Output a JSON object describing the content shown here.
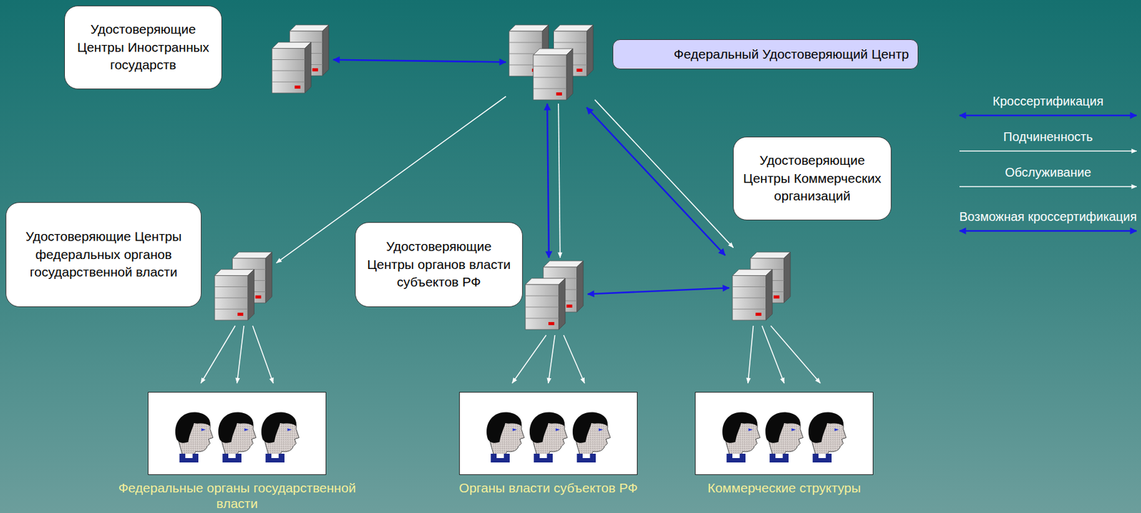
{
  "diagram": {
    "nodes": [
      {
        "text": [
          "Удостоверяющие Центры Иностранных государств"
        ]
      },
      {
        "text": [
          "Федеральный Удостоверяющий Центр"
        ]
      },
      {
        "text": [
          "Удостоверяющие Центры Коммерческих организаций"
        ]
      },
      {
        "text": [
          "Удостоверяющие Центры федеральных органов государственной власти"
        ]
      },
      {
        "text": [
          "Удостоверяющие Центры органов власти субъектов РФ"
        ]
      },
      {
        "text": [
          "Федеральные органы государственной власти"
        ]
      },
      {
        "text": [
          "Органы власти субъектов РФ"
        ]
      },
      {
        "text": [
          "Коммерческие структуры"
        ]
      }
    ],
    "edges": [
      {
        "from": 0,
        "to": 1,
        "arrow": "both"
      },
      {
        "from": 1,
        "to": 3,
        "arrow": "to"
      },
      {
        "from": 1,
        "to": 4,
        "arrow": "to"
      },
      {
        "from": 1,
        "to": 4,
        "arrow": "both"
      },
      {
        "from": 1,
        "to": 2,
        "arrow": "to"
      },
      {
        "from": 1,
        "to": 2,
        "arrow": "both"
      },
      {
        "from": 4,
        "to": 2,
        "arrow": "both"
      },
      {
        "from": 3,
        "to": 5,
        "arrow": "to"
      },
      {
        "from": 4,
        "to": 6,
        "arrow": "to"
      },
      {
        "from": 2,
        "to": 7,
        "arrow": "to"
      }
    ],
    "legend": [
      {
        "text": "Кроссертификация"
      },
      {
        "text": "Подчиненность"
      },
      {
        "text": "Обслуживание"
      },
      {
        "text": "Возможная кроссертификация"
      }
    ]
  }
}
